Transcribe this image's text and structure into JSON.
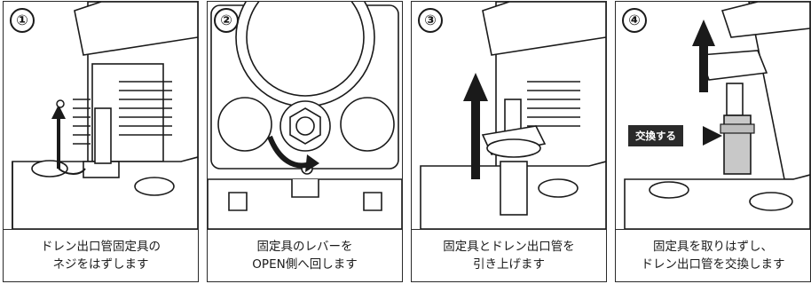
{
  "steps": [
    {
      "number": "①",
      "caption": [
        "ドレン出口管固定具の",
        "ネジをはずします"
      ]
    },
    {
      "number": "②",
      "caption": [
        "固定具のレバーを",
        "OPEN側へ回します"
      ]
    },
    {
      "number": "③",
      "caption": [
        "固定具とドレン出口管を",
        "引き上げます"
      ]
    },
    {
      "number": "④",
      "caption": [
        "固定具を取りはずし、",
        "ドレン出口管を交換します"
      ],
      "callout": "交換する"
    }
  ],
  "colors": {
    "line": "#1a1a1a",
    "body": "#ffffff",
    "arrow": "#222222",
    "accent": "#c8c8c8"
  }
}
